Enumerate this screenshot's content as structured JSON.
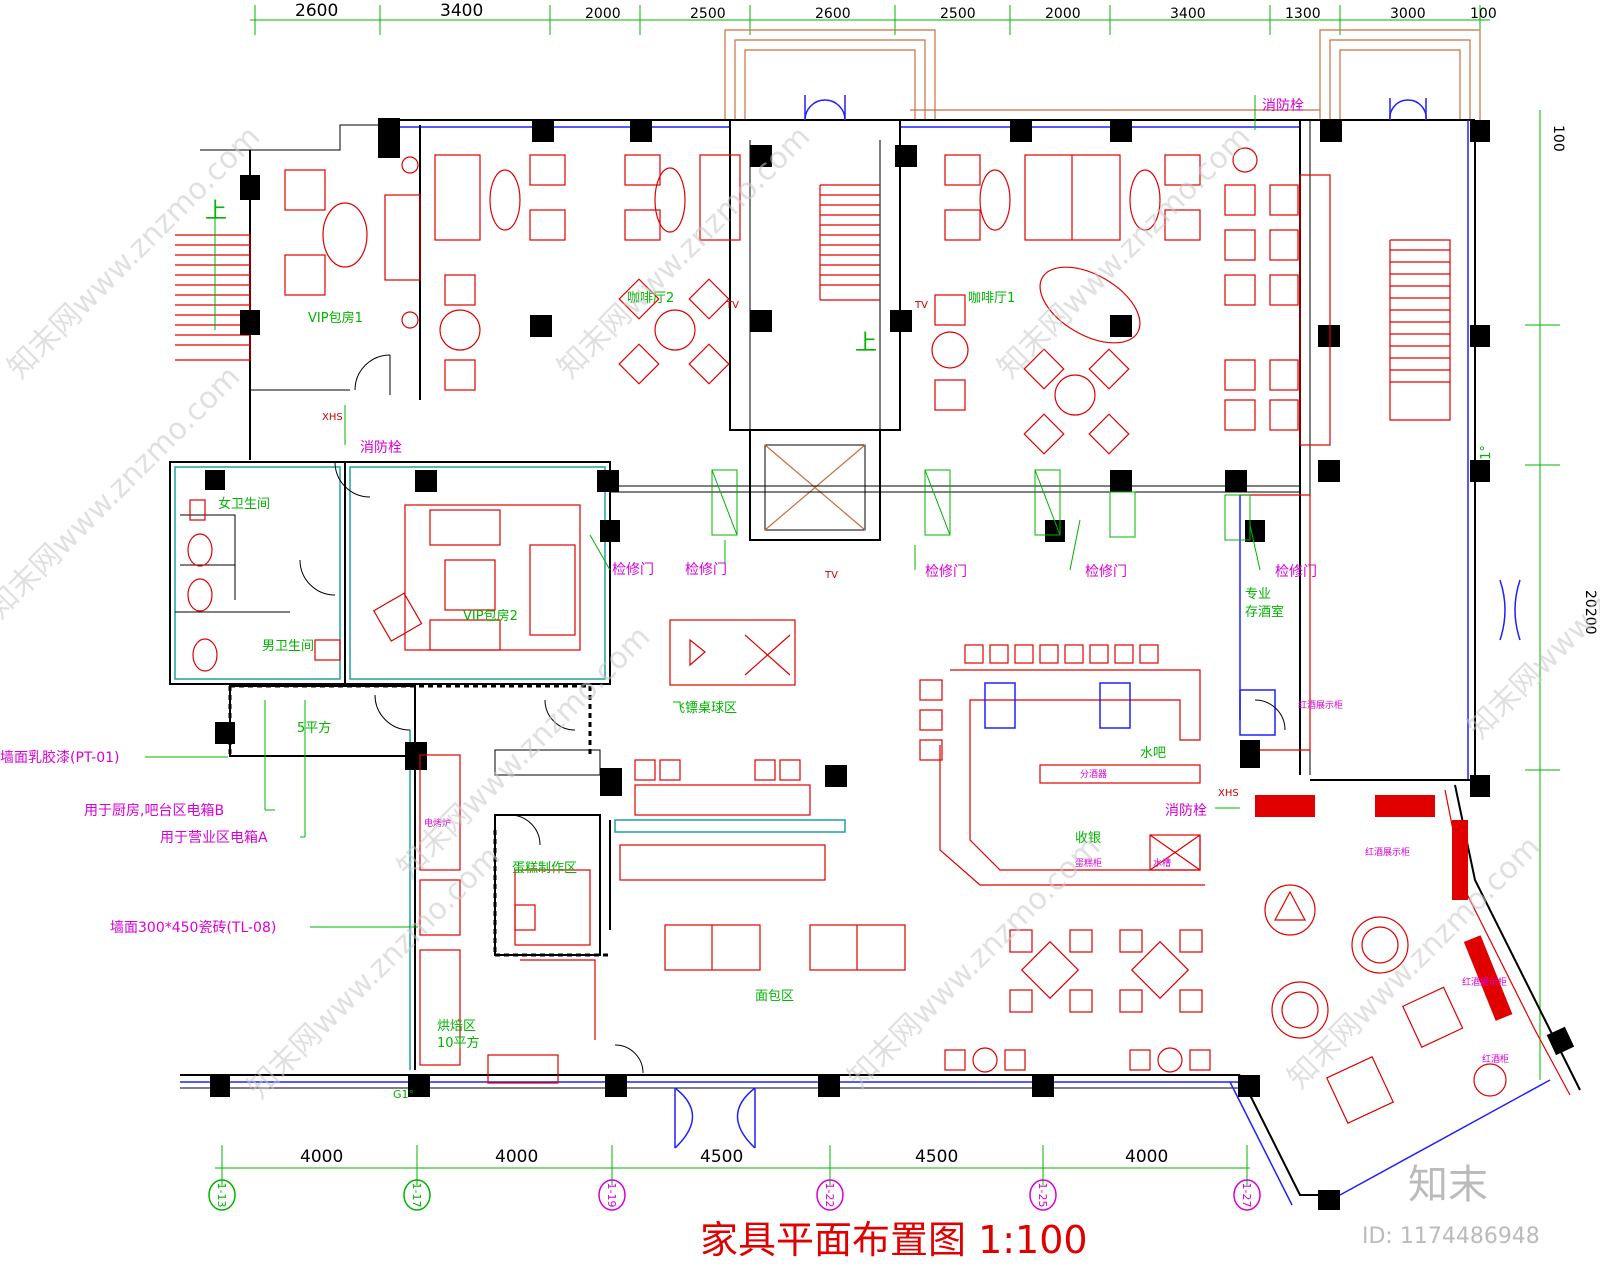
{
  "title": "家具平面布置图 1:100",
  "top_dimensions": [
    "2600",
    "3400",
    "2000",
    "2500",
    "2600",
    "2500",
    "2000",
    "3400",
    "1300",
    "3000",
    "100"
  ],
  "bottom_dimensions": [
    "4000",
    "4000",
    "4500",
    "4500",
    "4000"
  ],
  "axis_labels": [
    "1-13",
    "1-17",
    "1-19",
    "1-22",
    "1-25",
    "1-27"
  ],
  "right_dimensions": [
    "100",
    "20200",
    "G1°"
  ],
  "rooms": {
    "vip1": "VIP包房1",
    "vip2": "VIP包房2",
    "cafe1": "咖啡厅1",
    "cafe2": "咖啡厅2",
    "women_wc": "女卫生间",
    "men_wc": "男卫生间",
    "darts": "飞镖桌球区",
    "wine_room_1": "专业",
    "wine_room_2": "存酒室",
    "water_bar": "水吧",
    "cashier": "收银",
    "cake": "蛋糕制作区",
    "bread": "面包区",
    "baking_1": "烘焙区",
    "baking_2": "10平方",
    "five_sqm": "5平方"
  },
  "labels": {
    "hydrant": "消防栓",
    "access_door": "检修门",
    "up": "上",
    "tv": "TV",
    "xhs": "XHS",
    "g1": "G1°"
  },
  "small_labels": {
    "wine_cabinet": "红酒展示柜",
    "wine_rack": "红酒柜",
    "dispenser": "分酒器",
    "water_tank": "水槽",
    "cake_cabinet": "蛋糕柜",
    "steamer": "电烤炉"
  },
  "annotations": [
    "墙面乳胶漆(PT-01)",
    "用于厨房,吧台区电箱B",
    "用于营业区电箱A",
    "墙面300*450瓷砖(TL-08)"
  ],
  "watermark": "知末网www.znzmo.com",
  "logo": "知末",
  "id_label": "ID: 1174486948",
  "colors": {
    "walls": "#000000",
    "furniture": "#e00000",
    "dimensions": "#00b400",
    "annotations": "#d800d8",
    "windows": "#2020ff",
    "title": "#e00000"
  }
}
